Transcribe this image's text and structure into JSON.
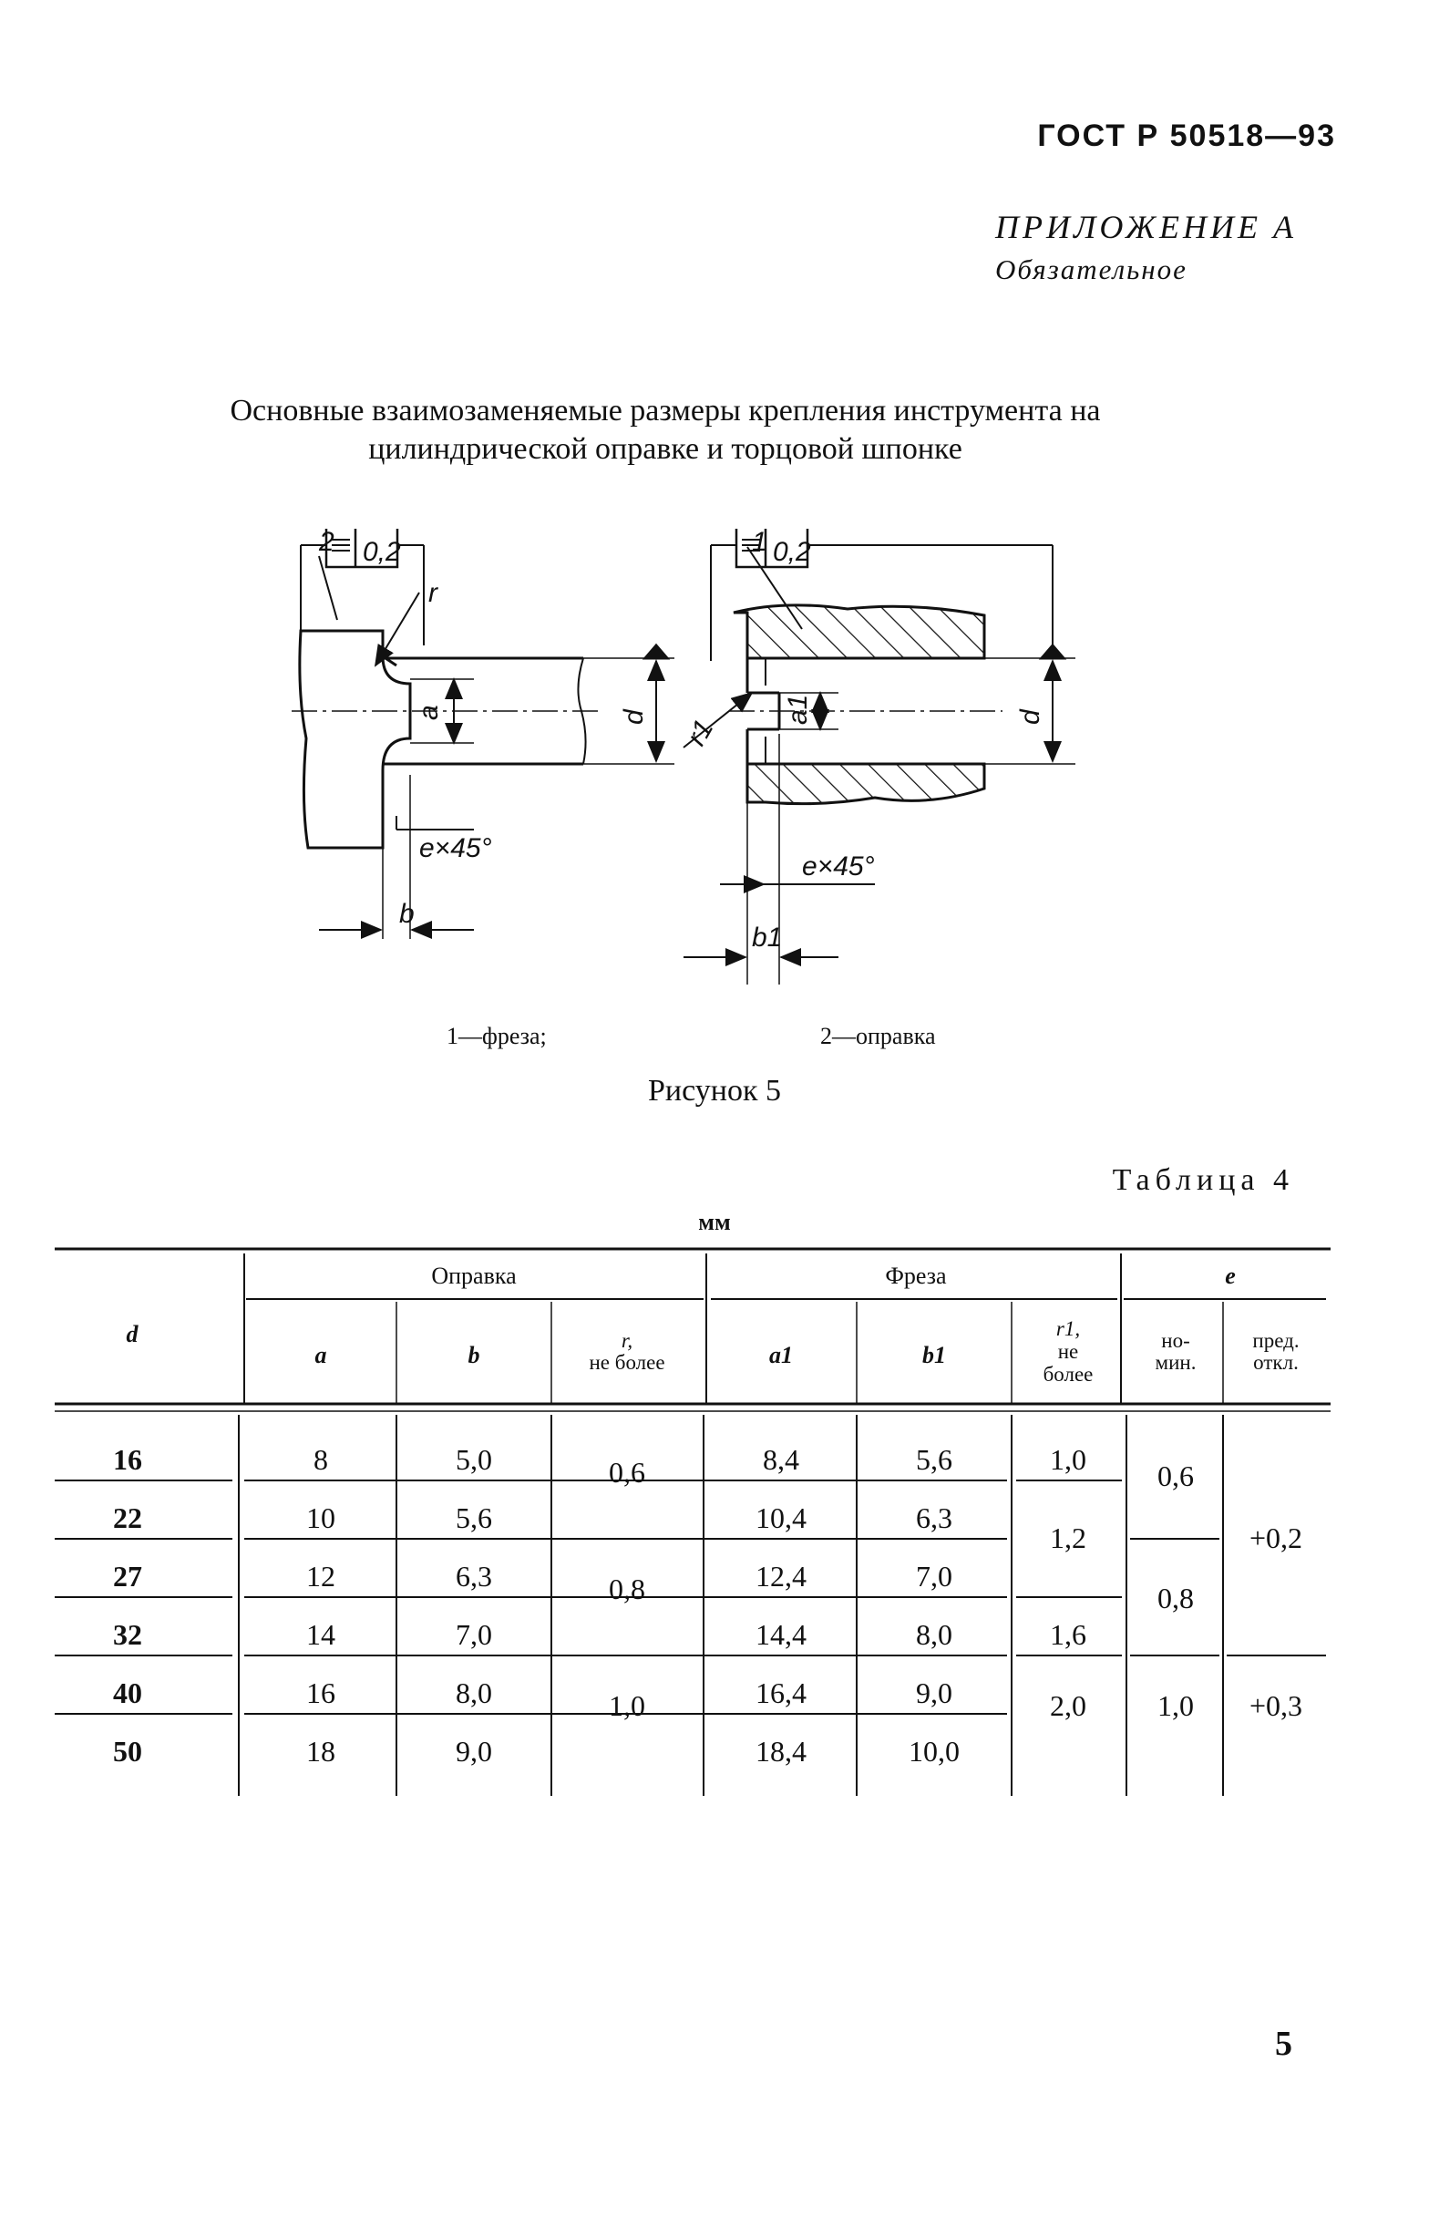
{
  "document": {
    "standard": "ГОСТ Р 50518—93",
    "annex_title": "ПРИЛОЖЕНИЕ А",
    "annex_status": "Обязательное",
    "title_line1": "Основные взаимозаменяемые размеры крепления инструмента на",
    "title_line2": "цилиндрической оправке и торцовой шпонке",
    "page_number": "5"
  },
  "figure": {
    "caption": "Рисунок 5",
    "legend_1": "1—фреза;",
    "legend_2": "2—оправка",
    "labels": {
      "part_mandrel": "2",
      "part_cutter": "1",
      "tolerance_left": "0,2",
      "tolerance_right": "0,2",
      "chamfer_left": "e×45°",
      "chamfer_right": "e×45°",
      "dim_a": "a",
      "dim_a1": "a1",
      "dim_d_left": "d",
      "dim_d_right": "d",
      "dim_b": "b",
      "dim_b1": "b1",
      "dim_r": "r",
      "dim_r1": "r1"
    }
  },
  "table": {
    "caption": "Таблица 4",
    "unit": "мм",
    "headers": {
      "d": "d",
      "mandrel": "Оправка",
      "cutter": "Фреза",
      "e": "e",
      "a": "a",
      "b": "b",
      "r_1": "r,",
      "r_2": "не более",
      "a1": "a1",
      "b1": "b1",
      "r1_1": "r1,",
      "r1_2": "не",
      "r1_3": "более",
      "nom_1": "но-",
      "nom_2": "мин.",
      "dev_1": "пред.",
      "dev_2": "откл."
    },
    "rows": [
      {
        "d": "16",
        "a": "8",
        "b": "5,0",
        "a1": "8,4",
        "b1": "5,6"
      },
      {
        "d": "22",
        "a": "10",
        "b": "5,6",
        "a1": "10,4",
        "b1": "6,3"
      },
      {
        "d": "27",
        "a": "12",
        "b": "6,3",
        "a1": "12,4",
        "b1": "7,0"
      },
      {
        "d": "32",
        "a": "14",
        "b": "7,0",
        "a1": "14,4",
        "b1": "8,0"
      },
      {
        "d": "40",
        "a": "16",
        "b": "8,0",
        "a1": "16,4",
        "b1": "9,0"
      },
      {
        "d": "50",
        "a": "18",
        "b": "9,0",
        "a1": "18,4",
        "b1": "10,0"
      }
    ],
    "merged": {
      "r_a": "0,6",
      "r_b": "0,8",
      "r_c": "1,0",
      "r1_a": "1,0",
      "r1_b": "1,2",
      "r1_c": "1,6",
      "r1_d": "2,0",
      "e_nom_a": "0,6",
      "e_nom_b": "0,8",
      "e_nom_c": "1,0",
      "e_dev_a": "+0,2",
      "e_dev_b": "+0,3"
    }
  }
}
